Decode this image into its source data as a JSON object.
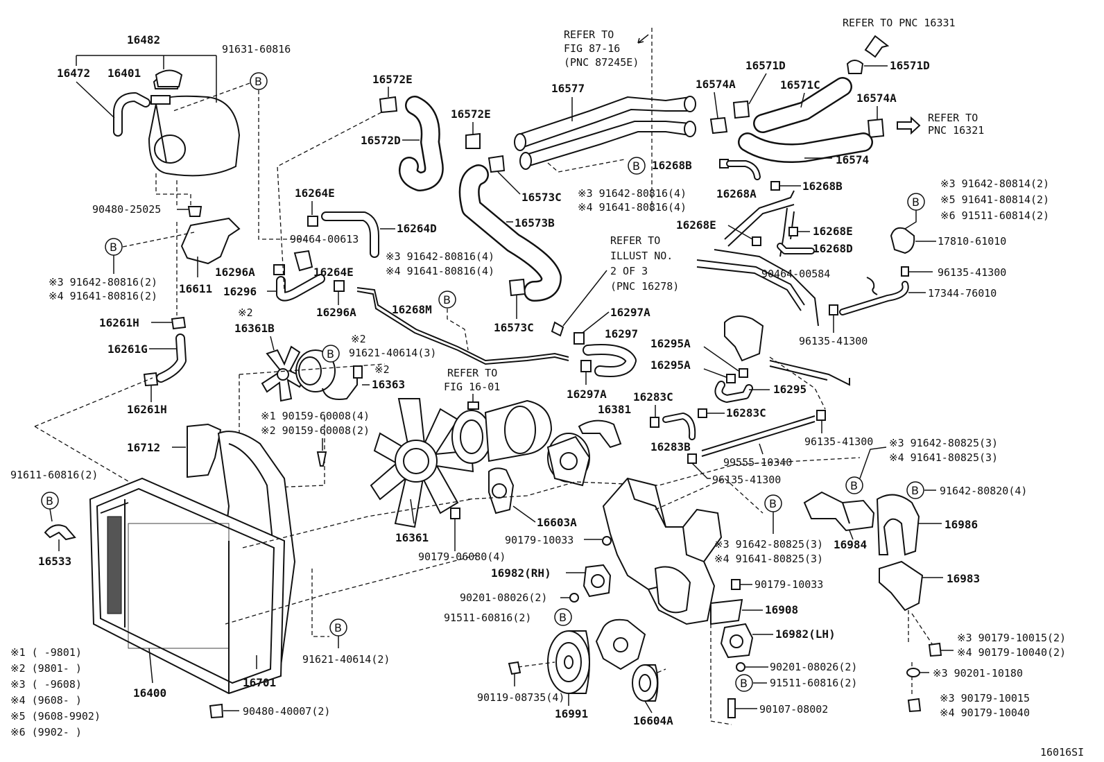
{
  "labels": {
    "l16482": "16482",
    "l16472": "16472",
    "l16401": "16401",
    "l91631": "91631-60816",
    "l90480a": "90480-25025",
    "l16611": "16611",
    "l91642a": "※3 91642-80816(2)",
    "l91641a": "※4 91641-80816(2)",
    "l16261H1": "16261H",
    "l16261G": "16261G",
    "l16261H2": "16261H",
    "l16264E1": "16264E",
    "l16264D": "16264D",
    "l90464a": "90464-00613",
    "l16296A1": "16296A",
    "l16296": "16296",
    "l16264E2": "16264E",
    "l16296A2": "16296A",
    "l91642b": "※3 91642-80816(4)",
    "l91641b": "※4 91641-80816(4)",
    "l16268M": "16268M",
    "l16572E1": "16572E",
    "l16572D": "16572D",
    "l16572E2": "16572E",
    "l16573C1": "16573C",
    "l16573B": "16573B",
    "l16573C2": "16573C",
    "l16577": "16577",
    "lrefFig8716a": "REFER TO",
    "lrefFig8716b": "FIG 87-16",
    "lrefFig8716c": "(PNC 87245E)",
    "l91642c": "※3 91642-80816(4)",
    "l91641c": "※4 91641-80816(4)",
    "l16268B1": "16268B",
    "l16268A": "16268A",
    "l16268B2": "16268B",
    "l16574A1": "16574A",
    "l16571D1": "16571D",
    "l16571C": "16571C",
    "l16571D2": "16571D",
    "l16574A2": "16574A",
    "l16574": "16574",
    "lref16331": "REFER TO PNC 16331",
    "lref16321a": "REFER TO",
    "lref16321b": "PNC 16321",
    "l91642d": "※3 91642-80814(2)",
    "l91641d": "※5 91641-80814(2)",
    "l91511d": "※6 91511-60814(2)",
    "l17810": "17810-61010",
    "l96135a": "96135-41300",
    "l17344": "17344-76010",
    "l96135b": "96135-41300",
    "l16268E1": "16268E",
    "l16268E2": "16268E",
    "l16268D": "16268D",
    "l90464b": "90464-00584",
    "lrefIllA": "REFER TO",
    "lrefIllB": "ILLUST NO.",
    "lrefIllC": "2 OF 3",
    "lrefIllD": "(PNC 16278)",
    "l16297A1": "16297A",
    "l16297": "16297",
    "l16297A2": "16297A",
    "l16295A1": "16295A",
    "l16295A2": "16295A",
    "l16295": "16295",
    "l16283C1": "16283C",
    "l16283C2": "16283C",
    "l16283B": "16283B",
    "l16381": "16381",
    "l96135c": "96135-41300",
    "l99555": "99555-10340",
    "l96135d": "96135-41300",
    "l16361Bstar": "※2",
    "l16361B": "16361B",
    "l91621a_star": "※2",
    "l91621a": "91621-40614(3)",
    "l16363star": "※2",
    "l16363": "16363",
    "lrefFig1601a": "REFER TO",
    "lrefFig1601b": "FIG 16-01",
    "l90159a": "※1 90159-60008(4)",
    "l90159b": "※2 90159-60008(2)",
    "l16712": "16712",
    "l91611": "91611-60816(2)",
    "l16533": "16533",
    "l16361": "16361",
    "l90179a": "90179-06080(4)",
    "l16603A": "16603A",
    "l90179b": "90179-10033",
    "l16982RH": "16982(RH)",
    "l90201a": "90201-08026(2)",
    "l91511a": "91511-60816(2)",
    "l91642e": "※3 91642-80825(3)",
    "l91641e": "※4 91641-80825(3)",
    "l91642f": "※3 91642-80825(3)",
    "l91641f": "※4 91641-80825(3)",
    "l91642g": "91642-80820(4)",
    "l16986": "16986",
    "l16984": "16984",
    "l16983": "16983",
    "l90179c": "90179-10033",
    "l16908": "16908",
    "l16982LH": "16982(LH)",
    "l90201b": "90201-08026(2)",
    "l91511b": "91511-60816(2)",
    "l90107": "90107-08002",
    "l16604A": "16604A",
    "l16991": "16991",
    "l90119": "90119-08735(4)",
    "l91621b": "91621-40614(2)",
    "l16701": "16701",
    "l16400": "16400",
    "l90480b": "90480-40007(2)",
    "l90179d3": "※3 90179-10015(2)",
    "l90179d4": "※4 90179-10040(2)",
    "l90201c": "※3 90201-10180",
    "l90179e3": "※3 90179-10015",
    "l90179e4": "※4 90179-10040",
    "lfoot": "16016SI"
  },
  "legend": [
    "※1 (     -9801)",
    "※2 (9801-      )",
    "※3 (     -9608)",
    "※4 (9608-      )",
    "※5 (9608-9902)",
    "※6 (9902-      )"
  ],
  "bolt_marker": "B"
}
